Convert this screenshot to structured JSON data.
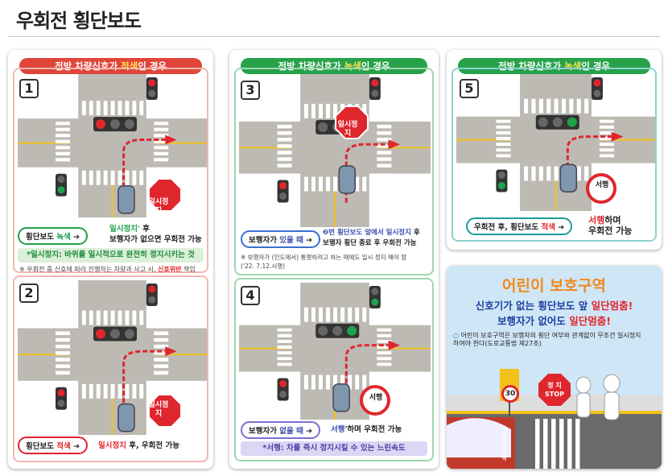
{
  "page_title": "우회전 횡단보도",
  "panel_red": {
    "header_pre": "전방 차량신호가 ",
    "header_hl": "적색",
    "header_post": "인 경우",
    "scene1": {
      "number": "1",
      "stop_sign": "일시정지",
      "pill_pre": "횡단보도 ",
      "pill_hl": "녹색",
      "cap_hl": "일시정지'",
      "cap_1": " 후",
      "cap_2": "보행자가 없으면 우회전 가능",
      "band": "*일시정지: 바퀴를 일시적으로 완전히 정지시키는 것",
      "note_pre": "※ 우회전 중 신호에 따라 진행하는 차량과 사고 시, ",
      "note_hl": "신호위반",
      "note_post": " 책임"
    },
    "scene2": {
      "number": "2",
      "stop_sign": "일시정지",
      "pill_pre": "횡단보도 ",
      "pill_hl": "적색",
      "cap_hl": "일시정지",
      "cap_post": " 후, 우회전 가능"
    }
  },
  "panel_green": {
    "header_pre": "전방 차량신호가 ",
    "header_hl": "녹색",
    "header_post": "인 경우",
    "scene3": {
      "number": "3",
      "stop_sign": "일시정지",
      "pill_pre": "보행자가 ",
      "pill_hl": "있을 때",
      "cap_hl": "❷번 횡단보도 앞에서 일시정지",
      "cap_1": " 후",
      "cap_2": "보행자 횡단 종료 후 우회전 가능",
      "note_1": "※ 보행자가 (인도에서) 통행하려고 하는 때에도 일시 정지 해야 함",
      "note_2": "('22. 7.12.시행)"
    },
    "scene4": {
      "number": "4",
      "slow_sign": "서행",
      "pill_pre": "보행자가 ",
      "pill_hl": "없을 때",
      "cap_hl": "서행",
      "cap_post": "'하며 우회전 가능",
      "band": "*서행: 차를 즉시 정지시킬 수 있는 느린속도"
    }
  },
  "panel_green2": {
    "header_pre": "전방 차량신호가 ",
    "header_hl": "녹색",
    "header_post": "인 경우",
    "scene5": {
      "number": "5",
      "slow_sign": "서행",
      "pill_pre": "우회전 후, 횡단보도 ",
      "pill_hl": "적색",
      "cap_hl": "서행",
      "cap_1": "하며",
      "cap_2": "우회전 가능"
    }
  },
  "school_zone": {
    "title": "어린이 보호구역",
    "line1_pre": "신호기가 없는 횡단보도 앞 ",
    "line1_hl": "일단멈춤!",
    "line2_pre": "보행자가 없어도 ",
    "line2_hl": "일단멈춤!",
    "note": "어린이 보호구역은 보행자의 횡단 여부와 관계없이 무조건 일시정지 하여야 한다(도로교통법 제27조)",
    "sign_speed": "30",
    "stop_sign_1": "정 지",
    "stop_sign_2": "STOP",
    "road_text": "어린이보호구역"
  },
  "colors": {
    "red": "#e0262d",
    "green": "#1ea24a",
    "road": "#b9b6b0",
    "teal": "#1c9c9a"
  }
}
